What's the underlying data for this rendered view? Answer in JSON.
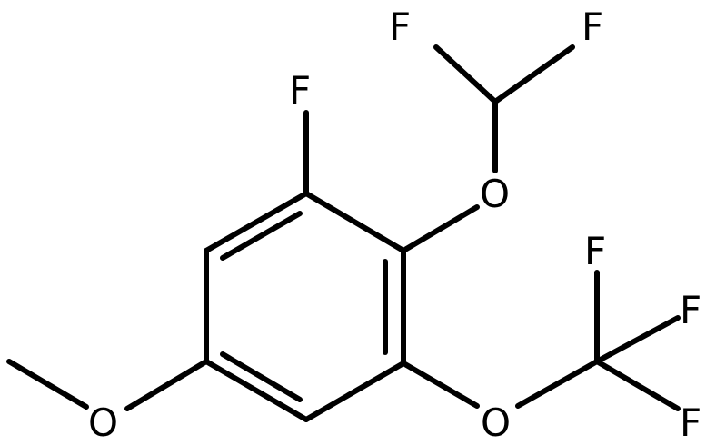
{
  "molecule": {
    "colors": {
      "bond": "#000000",
      "text": "#000000",
      "background": "#ffffff"
    },
    "atoms": {
      "F_ring": "F",
      "O_difluoromethoxy": "O",
      "F_chf2_left": "F",
      "F_chf2_right": "F",
      "O_methoxy": "O",
      "O_trifluoromethoxy": "O",
      "F_cf3_top": "F",
      "F_cf3_middle": "F",
      "F_cf3_bottom": "F"
    }
  }
}
